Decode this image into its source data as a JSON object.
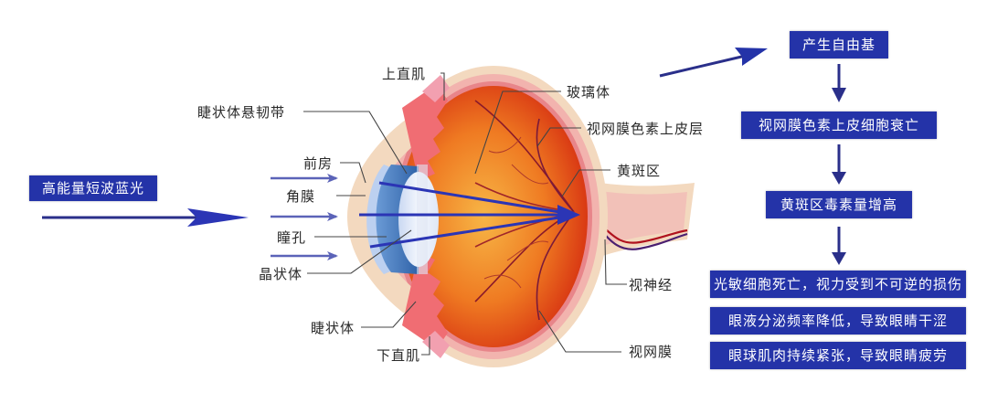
{
  "colors": {
    "box_fill": "#2433a8",
    "box_text": "#ffffff",
    "arrow": "#2a2f8a",
    "light_ray": "#2b35b5",
    "label_text": "#2a2a2a",
    "sclera": "#f3d9bf",
    "choroid": "#f2a7a4",
    "vitreous_center": "#f5a23a",
    "vitreous_edge": "#d9340f",
    "vessel_red": "#b0121e",
    "vessel_purple": "#4a1f70",
    "iris_blue": "#3f74b8",
    "lens": "#e6eefa"
  },
  "input_label": "高能量短波蓝光",
  "eye_labels": {
    "superior_rectus": "上直肌",
    "zonule": "睫状体悬韧带",
    "anterior_chamber": "前房",
    "cornea": "角膜",
    "pupil": "瞳孔",
    "lens": "晶状体",
    "ciliary_body": "睫状体",
    "inferior_rectus": "下直肌",
    "vitreous": "玻璃体",
    "rpe": "视网膜色素上皮层",
    "macula": "黄斑区",
    "optic_nerve": "视神经",
    "retina": "视网膜"
  },
  "flow": {
    "steps": [
      "产生自由基",
      "视网膜色素上皮细胞衰亡",
      "黄斑区毒素量增高"
    ],
    "outcomes": [
      "光敏细胞死亡，视力受到不可逆的损伤",
      "眼液分泌频率降低，导致眼睛干涩",
      "眼球肌肉持续紧张，导致眼睛疲劳"
    ]
  }
}
